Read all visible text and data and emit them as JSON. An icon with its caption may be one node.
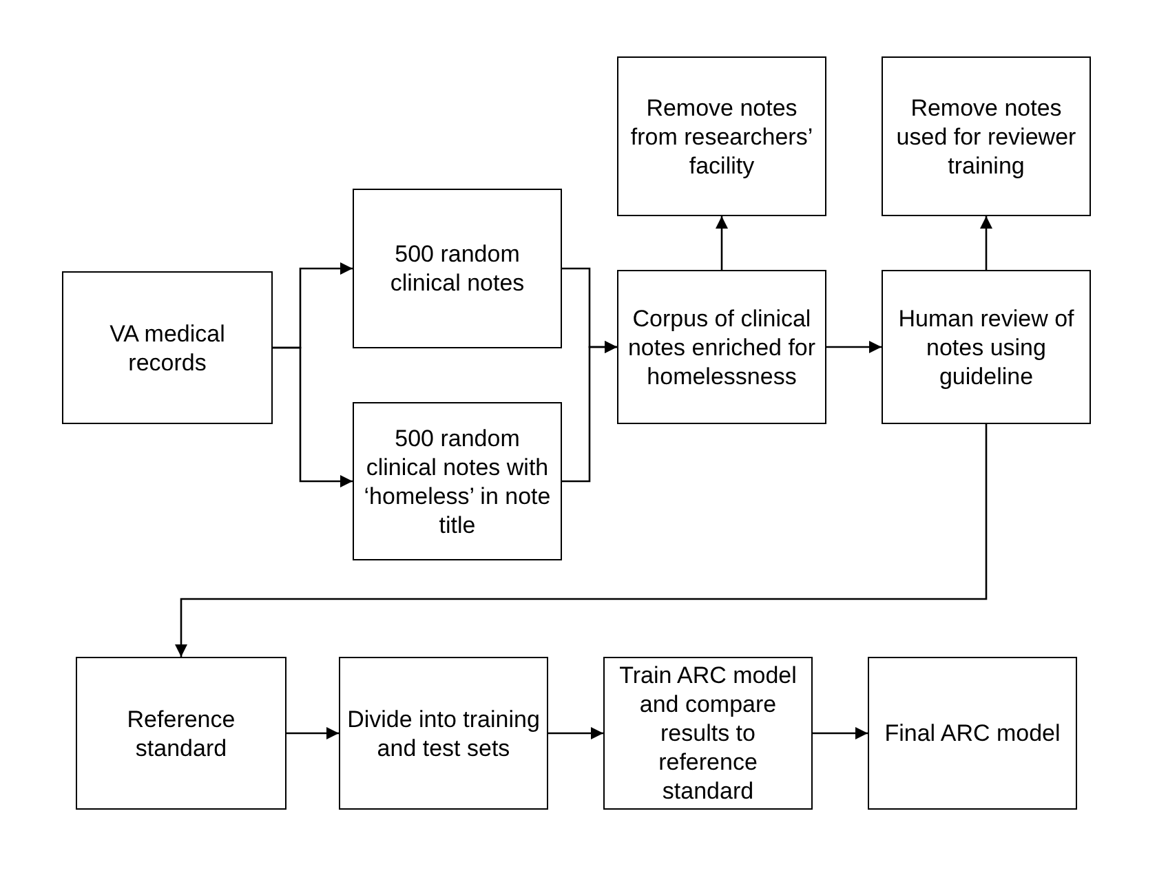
{
  "diagram": {
    "nodes": [
      {
        "text": [
          "VA medical records"
        ]
      },
      {
        "text": [
          "500 random clinical notes"
        ]
      },
      {
        "text": [
          "500 random clinical notes with ‘homeless’ in note title"
        ]
      },
      {
        "text": [
          "Corpus of clinical notes enriched for homelessness"
        ]
      },
      {
        "text": [
          "Remove notes from researchers’ facility"
        ]
      },
      {
        "text": [
          "Remove notes used for reviewer training"
        ]
      },
      {
        "text": [
          "Human review of notes using guideline"
        ]
      },
      {
        "text": [
          "Reference standard"
        ]
      },
      {
        "text": [
          "Divide into training and test sets"
        ]
      },
      {
        "text": [
          "Train ARC model and compare results to reference standard"
        ]
      },
      {
        "text": [
          "Final ARC model"
        ]
      }
    ],
    "edges": [
      {
        "from": 0,
        "to": 1,
        "arrow": "to"
      },
      {
        "from": 0,
        "to": 2,
        "arrow": "to"
      },
      {
        "from": 1,
        "to": 3,
        "arrow": "to"
      },
      {
        "from": 2,
        "to": 3,
        "arrow": "to"
      },
      {
        "from": 3,
        "to": 4,
        "arrow": "to"
      },
      {
        "from": 3,
        "to": 6,
        "arrow": "to"
      },
      {
        "from": 6,
        "to": 5,
        "arrow": "to"
      },
      {
        "from": 6,
        "to": 7,
        "arrow": "to"
      },
      {
        "from": 7,
        "to": 8,
        "arrow": "to"
      },
      {
        "from": 8,
        "to": 9,
        "arrow": "to"
      },
      {
        "from": 9,
        "to": 10,
        "arrow": "to"
      }
    ]
  }
}
